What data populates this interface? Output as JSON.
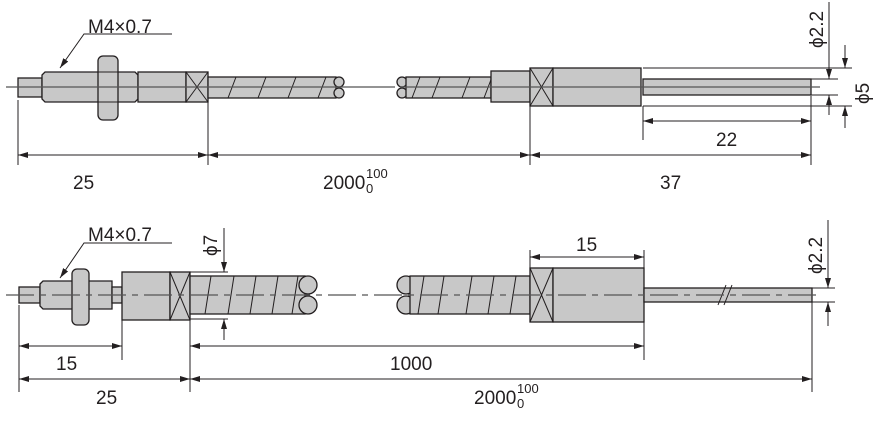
{
  "top_drawing": {
    "thread_label": "M4×0.7",
    "dims": {
      "head_length": "25",
      "cable_length": "2000",
      "cable_tol_upper": "100",
      "cable_tol_lower": "0",
      "tip_length": "37",
      "probe_length": "22",
      "probe_diameter": "ϕ2.2",
      "sleeve_diameter": "ϕ5"
    }
  },
  "bottom_drawing": {
    "thread_label": "M4×0.7",
    "dims": {
      "spring_diameter": "ϕ7",
      "thread_length": "15",
      "head_length": "25",
      "spring_length": "1000",
      "cable_length": "2000",
      "cable_tol_upper": "100",
      "cable_tol_lower": "0",
      "sleeve_length": "15",
      "cable_diameter": "ϕ2.2"
    }
  },
  "colors": {
    "part_fill": "#c8c8c8",
    "line": "#231f20"
  }
}
